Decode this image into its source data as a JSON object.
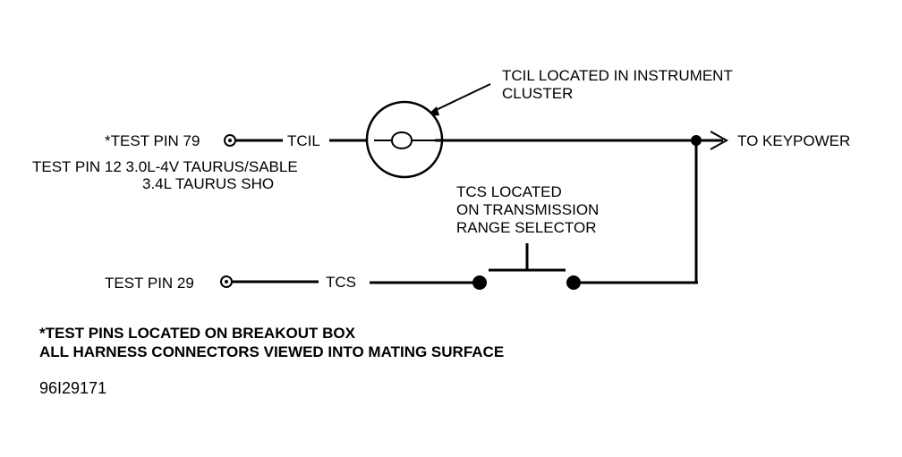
{
  "tcil_location": [
    "TCIL LOCATED IN INSTRUMENT",
    "CLUSTER"
  ],
  "test_pin_79": "*TEST PIN 79",
  "tcil_wire": "TCIL",
  "test_pin_12": [
    "TEST PIN 12 3.0L-4V TAURUS/SABLE",
    "3.4L TAURUS SHO"
  ],
  "to_keypower": "TO KEYPOWER",
  "tcs_location": [
    "TCS LOCATED",
    "ON TRANSMISSION",
    "RANGE SELECTOR"
  ],
  "test_pin_29": "TEST PIN 29",
  "tcs_wire": "TCS",
  "notes": [
    "*TEST PINS LOCATED ON BREAKOUT BOX",
    "ALL HARNESS CONNECTORS VIEWED INTO MATING SURFACE"
  ],
  "figure_code": "96I29171"
}
